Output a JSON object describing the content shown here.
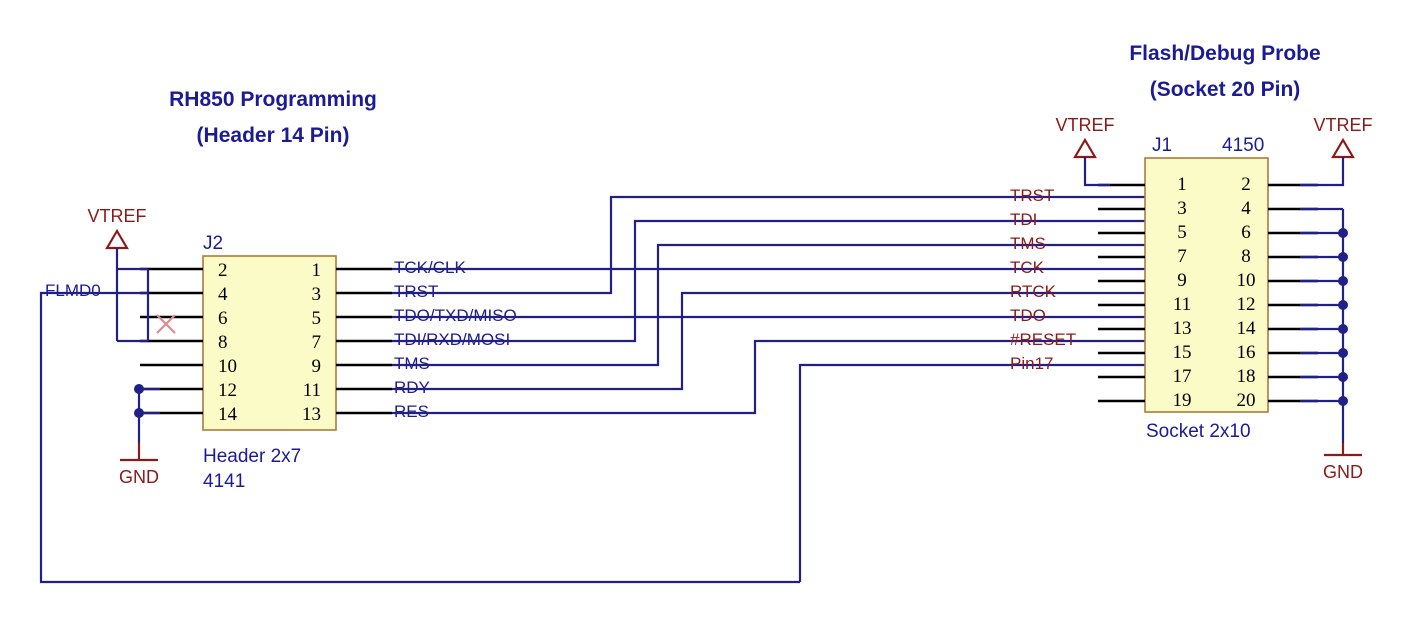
{
  "titles": {
    "left_line1": "RH850 Programming",
    "left_line2": "(Header 14 Pin)",
    "right_line1": "Flash/Debug Probe",
    "right_line2": "(Socket 20 Pin)"
  },
  "left_connector": {
    "ref": "J2",
    "desc_line1": "Header 2x7",
    "desc_line2": "4141",
    "left_pins": [
      "2",
      "4",
      "6",
      "8",
      "10",
      "12",
      "14"
    ],
    "right_pins": [
      "1",
      "3",
      "5",
      "7",
      "9",
      "11",
      "13"
    ]
  },
  "right_connector": {
    "ref": "J1",
    "part": "4150",
    "desc": "Socket 2x10",
    "left_pins": [
      "1",
      "3",
      "5",
      "7",
      "9",
      "11",
      "13",
      "15",
      "17",
      "19"
    ],
    "right_pins": [
      "2",
      "4",
      "6",
      "8",
      "10",
      "12",
      "14",
      "16",
      "18",
      "20"
    ]
  },
  "mid_nets": [
    "TCK/CLK",
    "TRST",
    "TDO/TXD/MISO",
    "TDI/RXD/MOSI",
    "TMS",
    "RDY",
    "RES"
  ],
  "right_nets": [
    "TRST",
    "TDI",
    "TMS",
    "TCK",
    "RTCK",
    "TDO",
    "#RESET",
    "Pin17"
  ],
  "power": {
    "vtref_left": "VTREF",
    "vtref_probe_left": "VTREF",
    "vtref_probe_right": "VTREF",
    "gnd_left": "GND",
    "gnd_right": "GND",
    "flmd0": "FLMD0"
  },
  "colors": {
    "title_blue": "#1b1b96",
    "net_red": "#8b1a1a",
    "wire_blue": "#202085",
    "body_fill": "#fbfbc8",
    "body_stroke": "#b07a3a",
    "lead_black": "#000000",
    "nc_mark": "#e08a8a"
  }
}
